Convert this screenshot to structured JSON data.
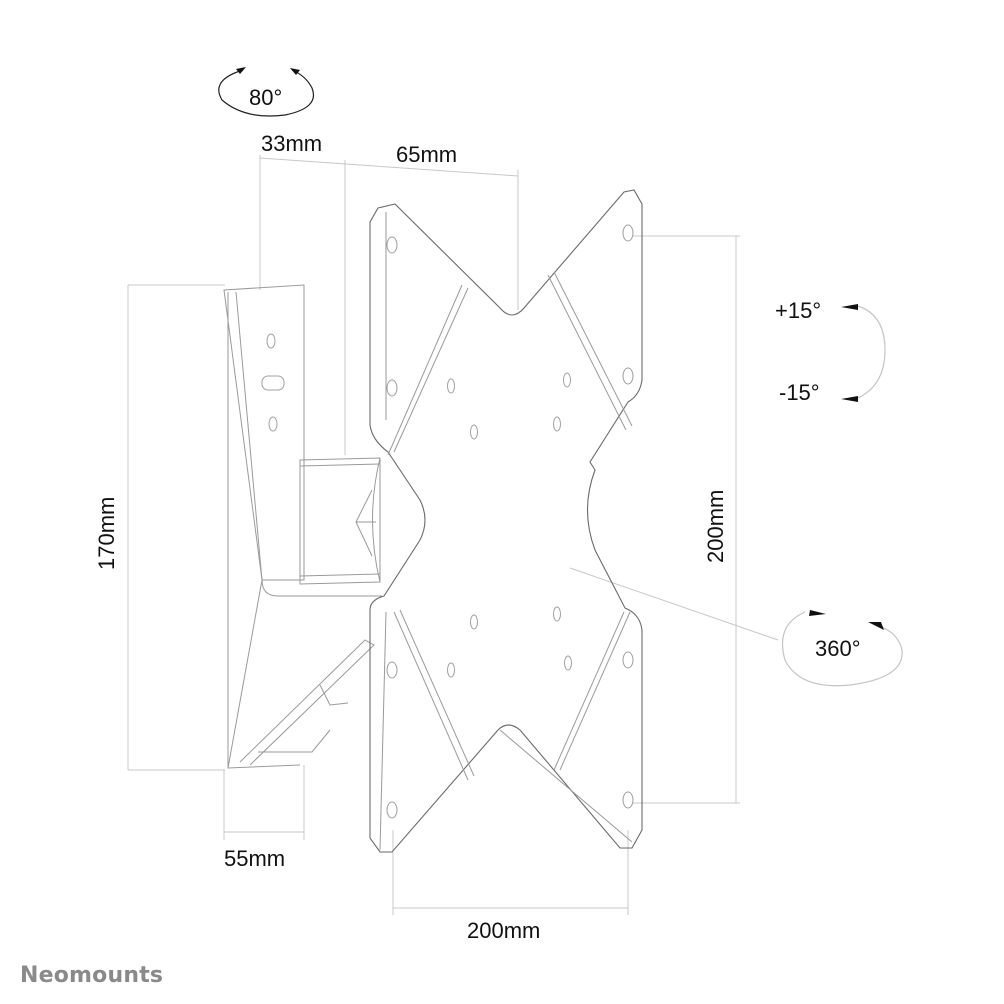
{
  "diagram": {
    "subject": "TV wall mount technical drawing",
    "brand": "Neomounts",
    "dimensions": {
      "arm_offset": "33mm",
      "plate_offset": "65mm",
      "wall_plate_height": "170mm",
      "wall_plate_depth": "55mm",
      "vesa_height": "200mm",
      "vesa_width": "200mm"
    },
    "rotations": {
      "swivel": "80°",
      "tilt_up": "+15°",
      "tilt_down": "-15°",
      "rotate": "360°"
    },
    "colors": {
      "text": "#111111",
      "brand": "#8a8a8a",
      "outline": "#9a9a9a",
      "dimension_line": "#c8c8c8"
    }
  }
}
